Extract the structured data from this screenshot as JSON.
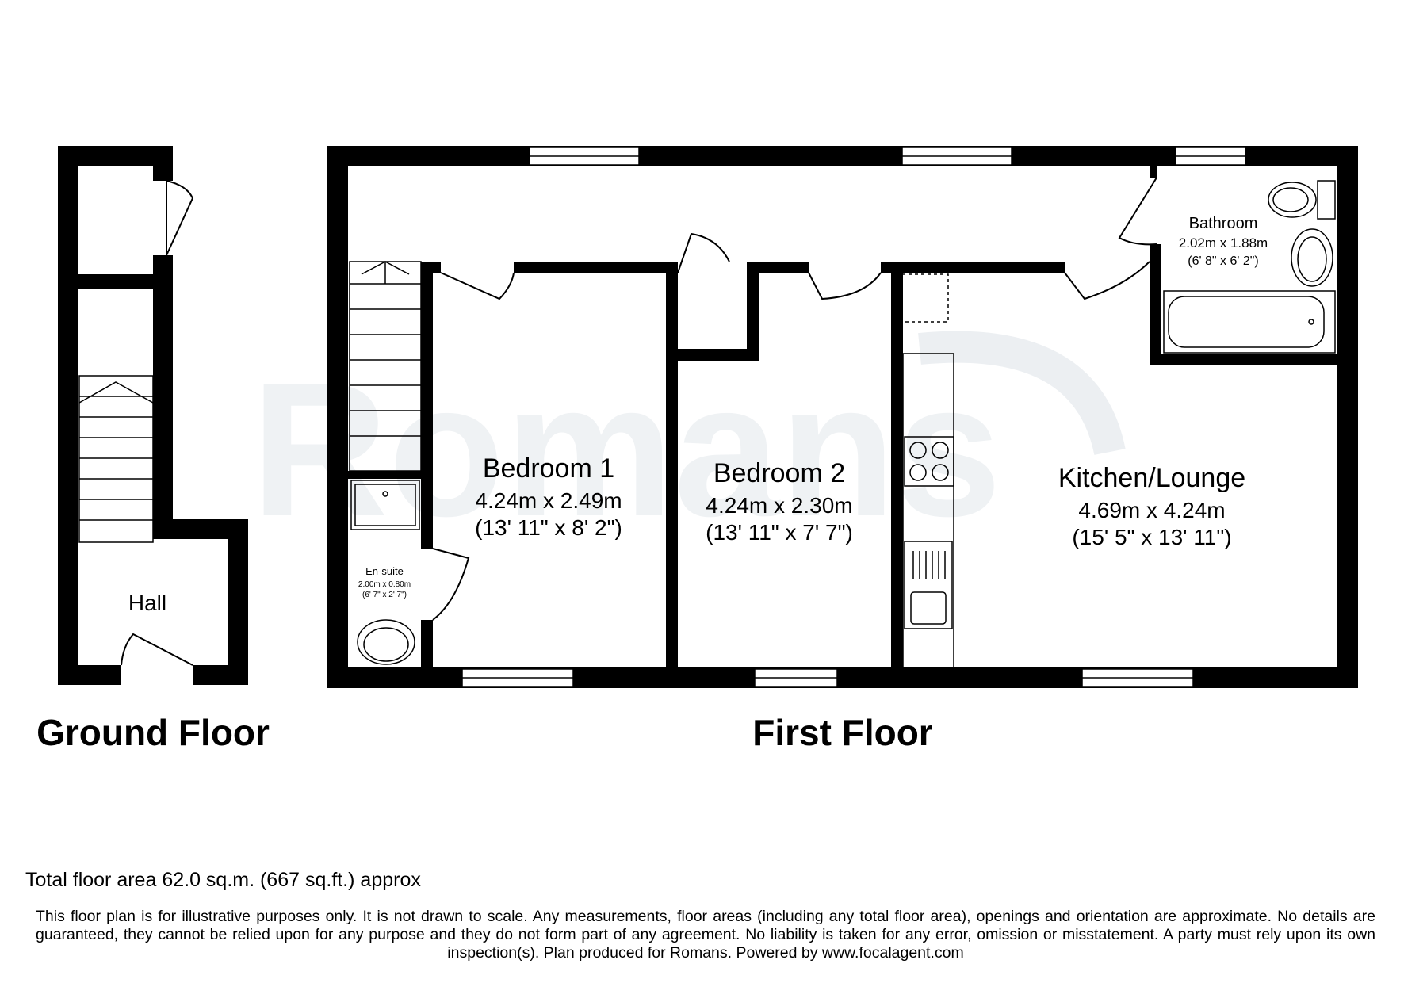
{
  "watermark": "Romans",
  "ground_floor": {
    "title": "Ground Floor",
    "rooms": [
      {
        "name": "Hall"
      }
    ]
  },
  "first_floor": {
    "title": "First Floor",
    "rooms": [
      {
        "name": "Bedroom 1",
        "metric": "4.24m x 2.49m",
        "imperial": "(13' 11\" x 8' 2\")"
      },
      {
        "name": "Bedroom 2",
        "metric": "4.24m x 2.30m",
        "imperial": "(13' 11\" x 7' 7\")"
      },
      {
        "name": "Kitchen/Lounge",
        "metric": "4.69m x 4.24m",
        "imperial": "(15' 5\" x 13' 11\")"
      },
      {
        "name": "Bathroom",
        "metric": "2.02m x 1.88m",
        "imperial": "(6' 8\" x 6' 2\")"
      },
      {
        "name": "En-suite",
        "metric": "2.00m x 0.80m",
        "imperial": "(6' 7\" x 2' 7\")"
      }
    ]
  },
  "total_area": "Total floor area 62.0 sq.m. (667 sq.ft.) approx",
  "disclaimer": "This floor plan is for illustrative purposes only. It is not drawn to scale. Any measurements, floor areas (including any total floor area), openings and orientation are approximate. No details are guaranteed, they cannot be relied upon for any purpose and they do not form part of any agreement. No liability is taken for any error, omission or misstatement. A party must rely upon its own inspection(s). Plan produced for Romans. Powered by www.focalagent.com",
  "colors": {
    "wall": "#000000",
    "background": "#ffffff",
    "fixture": "#000000",
    "watermark": "#e9ecef"
  }
}
